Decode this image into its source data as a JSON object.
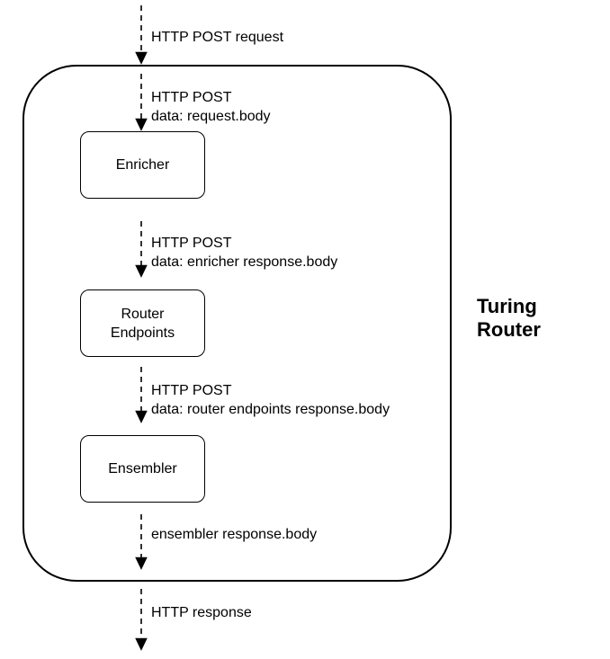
{
  "colors": {
    "stroke": "#000000",
    "background": "#ffffff",
    "node_fill": "#ffffff",
    "text": "#000000"
  },
  "container": {
    "label": "Turing\nRouter"
  },
  "nodes": [
    {
      "label": "Enricher"
    },
    {
      "label": "Router\nEndpoints"
    },
    {
      "label": "Ensembler"
    }
  ],
  "edges": [
    {
      "label": "HTTP POST request"
    },
    {
      "label": "HTTP POST\ndata: request.body"
    },
    {
      "label": "HTTP POST\ndata: enricher response.body"
    },
    {
      "label": "HTTP POST\ndata: router endpoints response.body"
    },
    {
      "label": "ensembler response.body"
    },
    {
      "label": "HTTP response"
    }
  ]
}
